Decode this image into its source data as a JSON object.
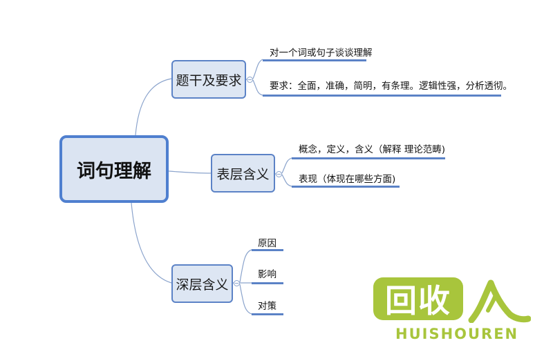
{
  "root": {
    "label": "词句理解"
  },
  "branches": [
    {
      "label": "题干及要求",
      "leaves": [
        "对一个词或句子谈谈理解",
        "要求：全面，准确，简明，有条理。逻辑性强，分析透彻。"
      ]
    },
    {
      "label": "表层含义",
      "leaves": [
        "概念，定义，含义（解释 理论范畴)",
        "表现（体现在哪些方面)"
      ]
    },
    {
      "label": "深层含义",
      "leaves": [
        "原因",
        "影响",
        "对策"
      ]
    }
  ],
  "watermark": {
    "main": "回收",
    "sub": "HUISHOUREN"
  },
  "colors": {
    "node_fill": "#dde6f3",
    "node_border": "#5b82c6",
    "connector": "#8aa3cc",
    "watermark": "#a8c53c"
  }
}
